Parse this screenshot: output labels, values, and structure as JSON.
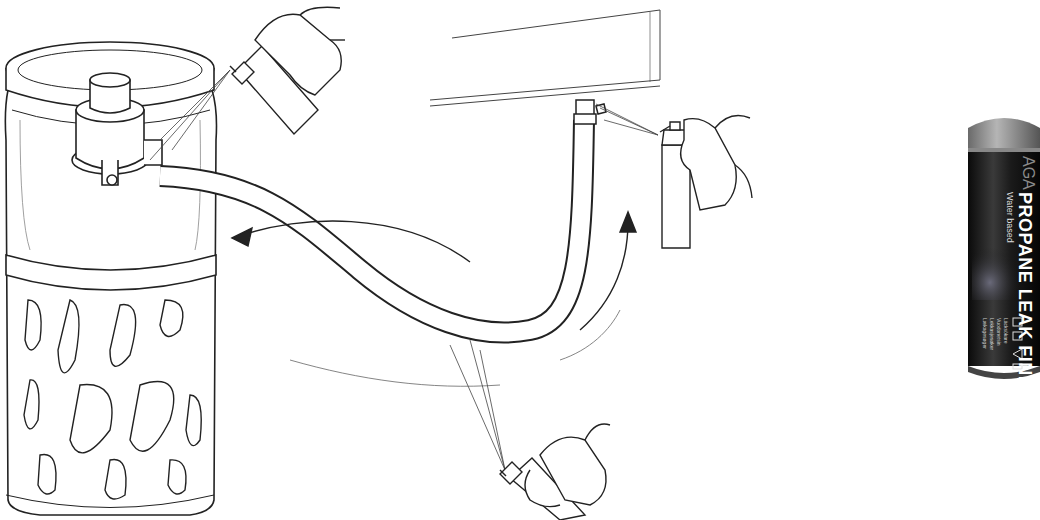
{
  "diagram": {
    "labels": [
      "AGA",
      "PROPANE LEAK FINDER",
      "Water based",
      "Läcksökare",
      "Vuodonetsin",
      "Lekkasjesøker",
      "Lækagesøger"
    ]
  }
}
